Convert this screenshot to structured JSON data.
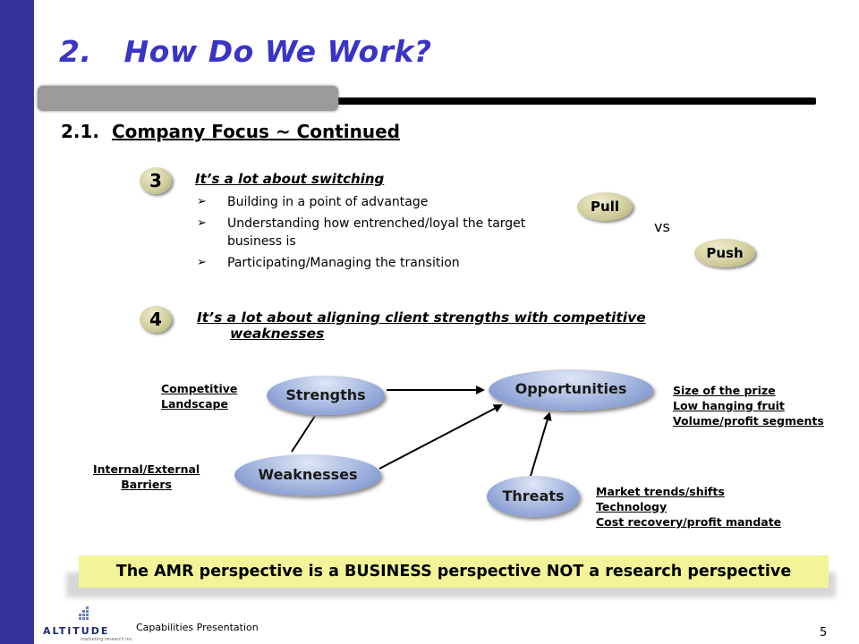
{
  "header": {
    "title": "2.   How Do We Work?",
    "subtitle_number": "2.1.",
    "subtitle_text": "Company Focus ~ Continued"
  },
  "point3": {
    "number": "3",
    "heading": "It’s a lot about switching",
    "bullets": [
      "Building in a point of advantage",
      "Understanding how entrenched/loyal the target business is",
      "Participating/Managing the transition"
    ],
    "pull": "Pull",
    "vs": "vs",
    "push": "Push"
  },
  "point4": {
    "number": "4",
    "heading_line1": "It’s a lot about aligning client strengths with competitive",
    "heading_line2": "weaknesses"
  },
  "diagram": {
    "strengths": "Strengths",
    "opportunities": "Opportunities",
    "weaknesses": "Weaknesses",
    "threats": "Threats",
    "competitive": [
      "Competitive",
      "Landscape"
    ],
    "barriers": [
      "Internal/External",
      "Barriers"
    ],
    "prize": [
      "Size of the prize",
      "Low hanging fruit",
      "Volume/profit segments"
    ],
    "market": [
      "Market trends/shifts",
      "Technology",
      "Cost recovery/profit mandate"
    ]
  },
  "banner": "The AMR perspective is a BUSINESS perspective NOT a research perspective",
  "footer": {
    "logo_text": "ALTITUDE",
    "logo_sub": "marketing research inc.",
    "caption": "Capabilities Presentation",
    "page": "5"
  },
  "colors": {
    "sidebar": "#33339a",
    "title": "#3a34c4",
    "banner": "#f3f399",
    "oval_blue": "#8fa3d8",
    "circle_tan": "#cfcc9a"
  }
}
